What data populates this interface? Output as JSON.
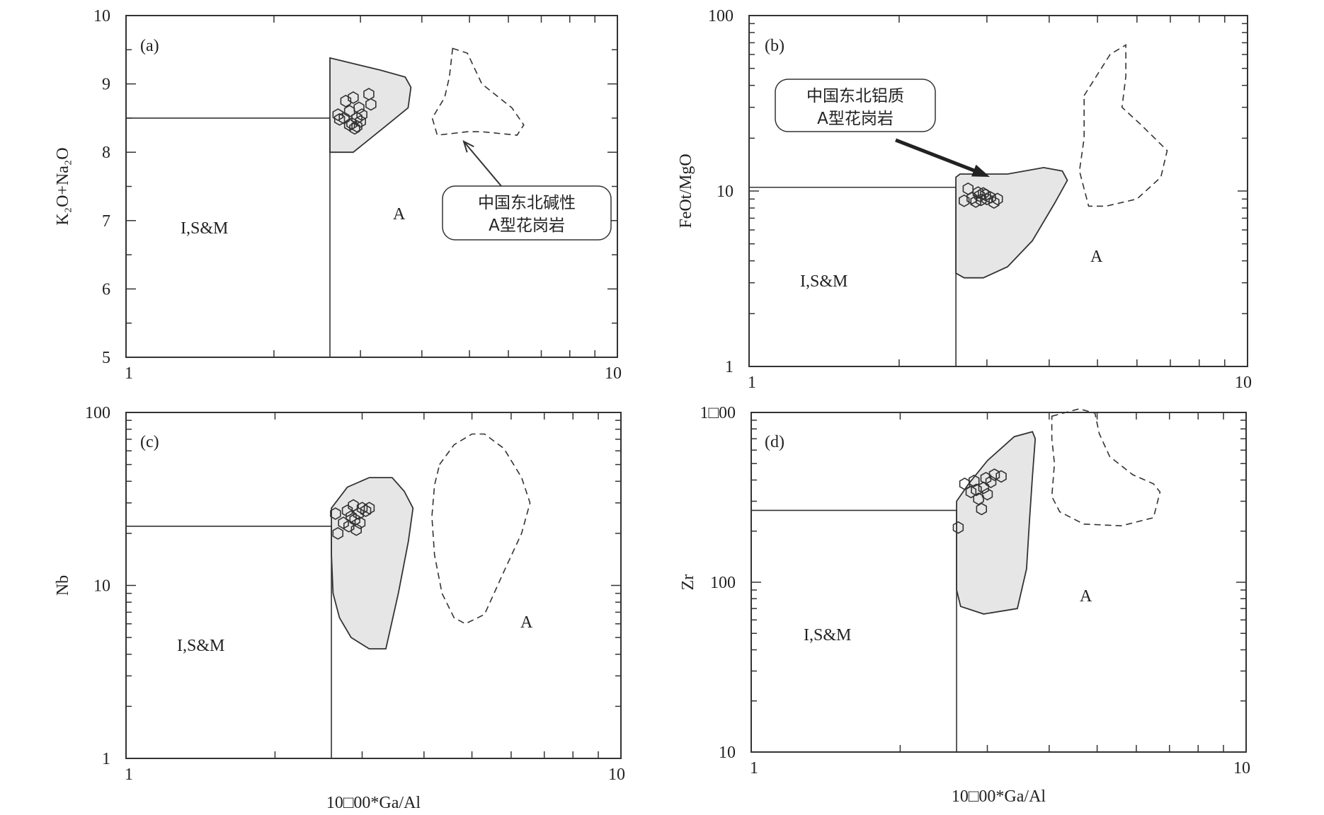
{
  "chart_data": [
    {
      "type": "scatter",
      "panel_label": "(a)",
      "ylabel": "K₂O+Na₂O",
      "xlabel": "",
      "x_scale": "log",
      "xlim": [
        1,
        10
      ],
      "y_scale": "linear",
      "ylim": [
        5,
        10
      ],
      "x_ticks": [
        "1",
        "10"
      ],
      "y_ticks": [
        "5",
        "6",
        "7",
        "8",
        "9",
        "10"
      ],
      "boundary": {
        "x": 2.6,
        "y": 8.5
      },
      "region_labels": [
        "I,S&M",
        "A"
      ],
      "callout": {
        "lines": [
          "中国东北碱性",
          "A型花岗岩"
        ]
      },
      "solid_field": [
        [
          2.6,
          9.38
        ],
        [
          3.3,
          9.2
        ],
        [
          3.7,
          9.1
        ],
        [
          3.8,
          8.95
        ],
        [
          3.75,
          8.65
        ],
        [
          3.4,
          8.4
        ],
        [
          2.9,
          8.0
        ],
        [
          2.6,
          8.0
        ]
      ],
      "dashed_field": [
        [
          4.62,
          9.52
        ],
        [
          4.95,
          9.45
        ],
        [
          5.3,
          9.0
        ],
        [
          6.1,
          8.65
        ],
        [
          6.45,
          8.4
        ],
        [
          6.25,
          8.25
        ],
        [
          5.3,
          8.3
        ],
        [
          4.95,
          8.3
        ],
        [
          4.3,
          8.25
        ],
        [
          4.2,
          8.5
        ],
        [
          4.45,
          8.8
        ],
        [
          4.55,
          9.1
        ]
      ],
      "points": [
        [
          2.7,
          8.55
        ],
        [
          2.72,
          8.48
        ],
        [
          2.8,
          8.75
        ],
        [
          2.85,
          8.6
        ],
        [
          2.9,
          8.8
        ],
        [
          2.95,
          8.5
        ],
        [
          3.0,
          8.45
        ],
        [
          2.85,
          8.4
        ],
        [
          2.92,
          8.35
        ],
        [
          3.02,
          8.55
        ],
        [
          3.12,
          8.85
        ],
        [
          3.15,
          8.7
        ],
        [
          2.98,
          8.65
        ],
        [
          2.78,
          8.5
        ],
        [
          2.88,
          8.42
        ],
        [
          2.95,
          8.38
        ]
      ]
    },
    {
      "type": "scatter",
      "panel_label": "(b)",
      "ylabel": "FeOt/MgO",
      "xlabel": "",
      "x_scale": "log",
      "xlim": [
        1,
        10
      ],
      "y_scale": "log",
      "ylim": [
        1,
        100
      ],
      "x_ticks": [
        "1",
        "10"
      ],
      "y_ticks": [
        "1",
        "10",
        "100"
      ],
      "boundary": {
        "x": 2.6,
        "y": 10.5
      },
      "region_labels": [
        "I,S&M",
        "A"
      ],
      "callout": {
        "lines": [
          "中国东北铝质",
          "A型花岗岩"
        ]
      },
      "solid_field": [
        [
          2.65,
          12.5
        ],
        [
          3.3,
          12.5
        ],
        [
          3.9,
          13.6
        ],
        [
          4.25,
          13.0
        ],
        [
          4.35,
          11.5
        ],
        [
          4.1,
          8.5
        ],
        [
          3.7,
          5.2
        ],
        [
          3.3,
          3.7
        ],
        [
          2.95,
          3.2
        ],
        [
          2.7,
          3.2
        ],
        [
          2.6,
          3.4
        ],
        [
          2.6,
          12.0
        ]
      ],
      "dashed_field": [
        [
          4.7,
          35
        ],
        [
          5.3,
          60
        ],
        [
          5.7,
          68
        ],
        [
          5.7,
          45
        ],
        [
          5.6,
          30
        ],
        [
          6.1,
          24
        ],
        [
          6.9,
          17
        ],
        [
          6.7,
          12
        ],
        [
          6.0,
          9.0
        ],
        [
          5.2,
          8.2
        ],
        [
          4.8,
          8.2
        ],
        [
          4.6,
          13
        ],
        [
          4.7,
          20
        ]
      ],
      "points": [
        [
          2.7,
          8.8
        ],
        [
          2.75,
          10.3
        ],
        [
          2.8,
          9.1
        ],
        [
          2.85,
          8.7
        ],
        [
          2.9,
          9.4
        ],
        [
          2.95,
          9.7
        ],
        [
          3.0,
          9.0
        ],
        [
          3.05,
          9.2
        ],
        [
          3.1,
          8.6
        ],
        [
          3.15,
          9.0
        ],
        [
          2.88,
          9.8
        ],
        [
          2.92,
          8.9
        ],
        [
          2.98,
          9.5
        ]
      ]
    },
    {
      "type": "scatter",
      "panel_label": "(c)",
      "ylabel": "Nb",
      "xlabel": "10□00*Ga/Al",
      "x_scale": "log",
      "xlim": [
        1,
        10
      ],
      "y_scale": "log",
      "ylim": [
        1,
        100
      ],
      "x_ticks": [
        "1",
        "10"
      ],
      "y_ticks": [
        "1",
        "10",
        "100"
      ],
      "boundary": {
        "x": 2.6,
        "y": 22
      },
      "region_labels": [
        "I,S&M",
        "A"
      ],
      "solid_field": [
        [
          2.6,
          28
        ],
        [
          2.8,
          37
        ],
        [
          3.1,
          42
        ],
        [
          3.45,
          42
        ],
        [
          3.65,
          35
        ],
        [
          3.8,
          28
        ],
        [
          3.72,
          18
        ],
        [
          3.55,
          9.0
        ],
        [
          3.35,
          4.3
        ],
        [
          3.1,
          4.3
        ],
        [
          2.85,
          5.0
        ],
        [
          2.7,
          6.5
        ],
        [
          2.62,
          9
        ],
        [
          2.6,
          15
        ]
      ],
      "dashed_field": [
        [
          4.3,
          50
        ],
        [
          4.6,
          65
        ],
        [
          5.0,
          75
        ],
        [
          5.3,
          75
        ],
        [
          5.8,
          62
        ],
        [
          6.3,
          42
        ],
        [
          6.55,
          30
        ],
        [
          6.3,
          20
        ],
        [
          5.8,
          12
        ],
        [
          5.3,
          6.8
        ],
        [
          4.85,
          6.0
        ],
        [
          4.6,
          6.5
        ],
        [
          4.35,
          9
        ],
        [
          4.2,
          15
        ],
        [
          4.15,
          25
        ],
        [
          4.2,
          38
        ]
      ],
      "points": [
        [
          2.65,
          26
        ],
        [
          2.68,
          20
        ],
        [
          2.75,
          23
        ],
        [
          2.8,
          27
        ],
        [
          2.85,
          25
        ],
        [
          2.88,
          29
        ],
        [
          2.9,
          24
        ],
        [
          2.92,
          21
        ],
        [
          2.95,
          26
        ],
        [
          3.0,
          28
        ],
        [
          3.05,
          27
        ],
        [
          3.1,
          28
        ],
        [
          2.97,
          23
        ],
        [
          2.82,
          22
        ]
      ]
    },
    {
      "type": "scatter",
      "panel_label": "(d)",
      "ylabel": "Zr",
      "xlabel": "10□00*Ga/Al",
      "x_scale": "log",
      "xlim": [
        1,
        10
      ],
      "y_scale": "log",
      "ylim": [
        10,
        1000
      ],
      "x_ticks": [
        "1",
        "10"
      ],
      "y_ticks": [
        "10",
        "100",
        "1□00"
      ],
      "boundary": {
        "x": 2.6,
        "y": 265
      },
      "region_labels": [
        "I,S&M",
        "A"
      ],
      "solid_field": [
        [
          2.6,
          300
        ],
        [
          2.75,
          380
        ],
        [
          3.0,
          520
        ],
        [
          3.4,
          720
        ],
        [
          3.7,
          770
        ],
        [
          3.75,
          700
        ],
        [
          3.7,
          420
        ],
        [
          3.65,
          230
        ],
        [
          3.6,
          120
        ],
        [
          3.45,
          70
        ],
        [
          2.95,
          65
        ],
        [
          2.65,
          72
        ],
        [
          2.6,
          90
        ],
        [
          2.6,
          180
        ]
      ],
      "dashed_field": [
        [
          4.05,
          950
        ],
        [
          4.6,
          1050
        ],
        [
          4.95,
          990
        ],
        [
          5.05,
          750
        ],
        [
          5.3,
          550
        ],
        [
          5.9,
          430
        ],
        [
          6.5,
          380
        ],
        [
          6.7,
          340
        ],
        [
          6.5,
          240
        ],
        [
          5.6,
          215
        ],
        [
          4.7,
          220
        ],
        [
          4.2,
          260
        ],
        [
          4.05,
          320
        ],
        [
          4.1,
          500
        ],
        [
          4.05,
          700
        ]
      ],
      "points": [
        [
          2.62,
          210
        ],
        [
          2.7,
          380
        ],
        [
          2.78,
          340
        ],
        [
          2.85,
          350
        ],
        [
          2.88,
          310
        ],
        [
          2.92,
          270
        ],
        [
          2.95,
          360
        ],
        [
          2.98,
          410
        ],
        [
          3.05,
          390
        ],
        [
          3.1,
          430
        ],
        [
          3.2,
          420
        ],
        [
          2.82,
          395
        ],
        [
          3.0,
          330
        ]
      ]
    }
  ]
}
